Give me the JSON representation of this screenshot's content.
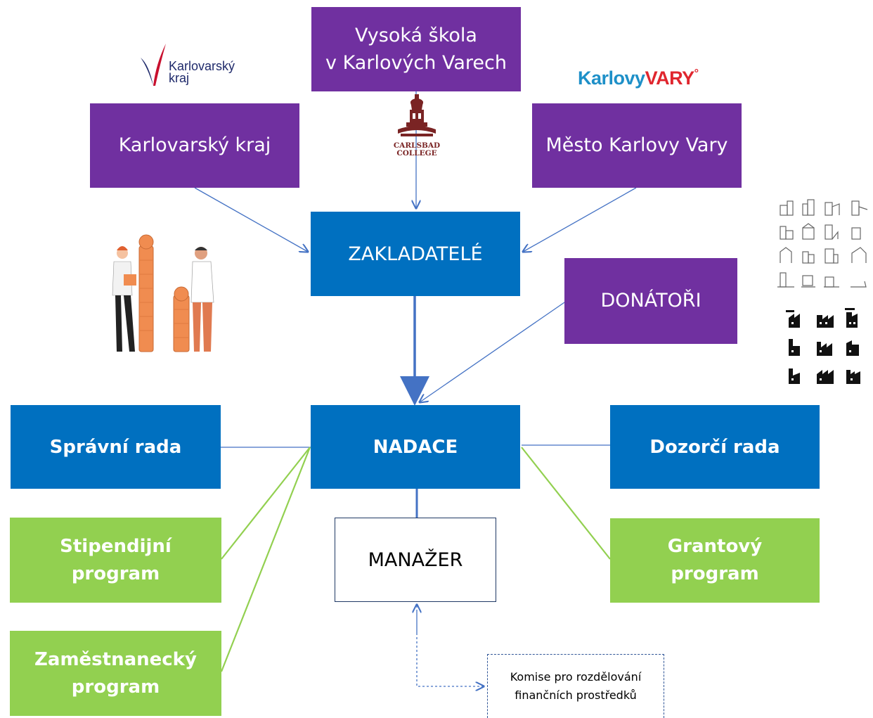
{
  "founders": {
    "university": "Vysoká škola\nv Karlových Varech",
    "region": "Karlovarský kraj",
    "city": "Město Karlovy Vary"
  },
  "logos": {
    "region_logo": "Karlovarský\nkraj",
    "city_logo_part1": "Karlovy",
    "city_logo_part2": "VARY",
    "college_logo_line1": "CARLSBAD",
    "college_logo_line2": "COLLEGE"
  },
  "nodes": {
    "founders_hub": "ZAKLADATELÉ",
    "donors": "DONÁTOŘI",
    "foundation": "NADACE",
    "board": "Správní rada",
    "supervisory": "Dozorčí rada",
    "scholarship": "Stipendijní\nprogram",
    "employee": "Zaměstnanecký\nprogram",
    "grant": "Grantový\nprogram",
    "manager": "MANAŽER",
    "commission": "Komise pro rozdělování\nfinančních prostředků"
  },
  "colors": {
    "purple": "#7030a0",
    "blue": "#0070c0",
    "green": "#92d050",
    "connector_blue": "#4472c4",
    "connector_green": "#92d050"
  },
  "icons": [
    "people-with-coins-illustration",
    "buildings-icon-grid",
    "factories-icon-grid",
    "college-building-icon"
  ]
}
